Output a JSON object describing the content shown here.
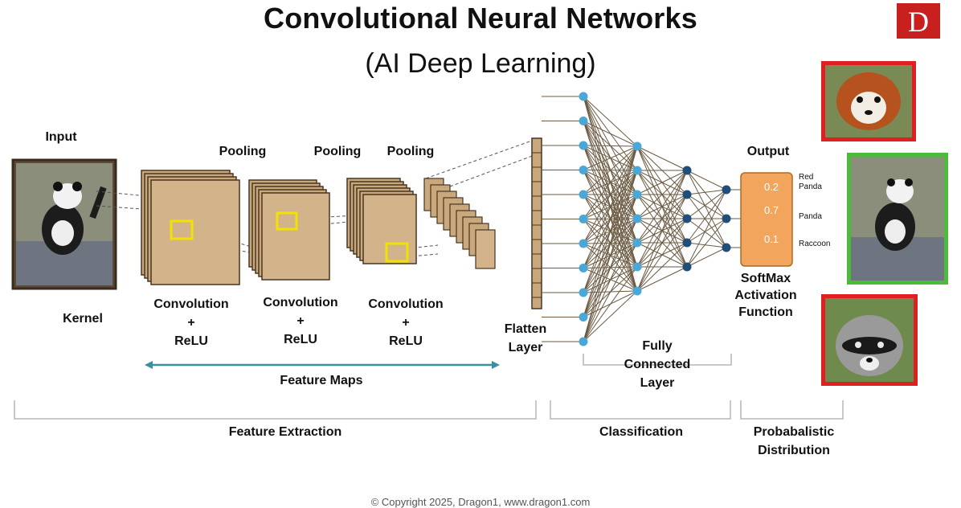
{
  "header": {
    "title": "Convolutional Neural Networks",
    "subtitle": "(AI Deep Learning)",
    "logo_letter": "D"
  },
  "labels": {
    "input": "Input",
    "kernel": "Kernel",
    "pooling": [
      "Pooling",
      "Pooling",
      "Pooling"
    ],
    "conv_relu": [
      [
        "Convolution",
        "+",
        "ReLU"
      ],
      [
        "Convolution",
        "+",
        "ReLU"
      ],
      [
        "Convolution",
        "+",
        "ReLU"
      ]
    ],
    "flatten": [
      "Flatten",
      "Layer"
    ],
    "fully_connected": [
      "Fully",
      "Connected",
      "Layer"
    ],
    "output": "Output",
    "softmax": [
      "SoftMax",
      "Activation",
      "Function"
    ],
    "feature_maps": "Feature Maps",
    "sections": {
      "feature_extraction": "Feature Extraction",
      "classification": "Classification",
      "probabilistic": [
        "Probabalistic",
        "Distribution"
      ]
    },
    "copyright": "© Copyright 2025, Dragon1, www.dragon1.com"
  },
  "output_classes": [
    {
      "name": [
        "Red",
        "Panda"
      ],
      "prob": "0.2"
    },
    {
      "name": [
        "Panda"
      ],
      "prob": "0.7"
    },
    {
      "name": [
        "Raccoon"
      ],
      "prob": "0.1"
    }
  ],
  "colors": {
    "feature_map": "#c9a87c",
    "feature_map_edge": "#4a3522",
    "kernel_box": "#f2e200",
    "neuron_light": "#4aa8d8",
    "neuron_dark": "#1f4e79",
    "softmax_box": "#f2a55c",
    "arrow": "#3a8fa0",
    "frame_red": "#e02020",
    "frame_green": "#4cbb3c"
  }
}
